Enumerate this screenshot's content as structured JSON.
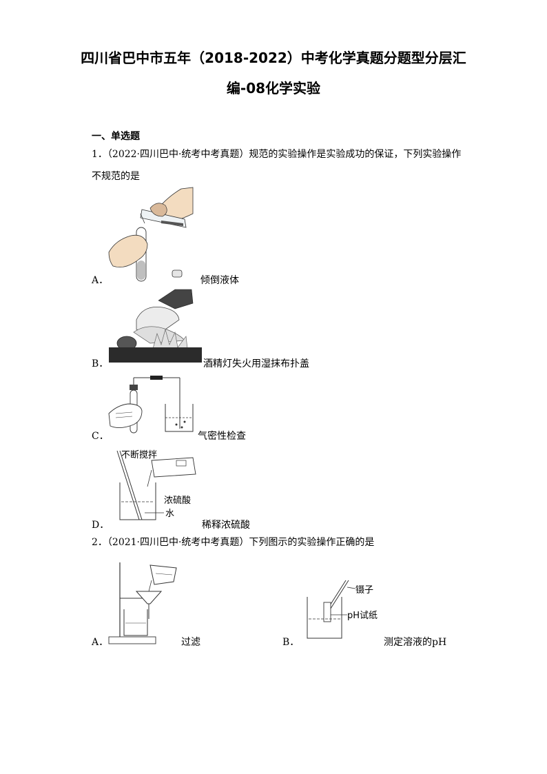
{
  "title": {
    "line1": "四川省巴中市五年（2018-2022）中考化学真题分题型分层汇",
    "line2": "编-08化学实验"
  },
  "section": {
    "heading": "一、单选题"
  },
  "q1": {
    "stem_line1": "1．（2022·四川巴中·统考中考真题）规范的实验操作是实验成功的保证，下列实验操作",
    "stem_line2": "不规范的是",
    "options": [
      {
        "letter": "A．",
        "caption": "倾倒液体"
      },
      {
        "letter": "B．",
        "caption": "酒精灯失火用湿抹布扑盖"
      },
      {
        "letter": "C．",
        "caption": "气密性检查"
      },
      {
        "letter": "D．",
        "caption": "稀释浓硫酸"
      }
    ],
    "figD_labels": {
      "stir": "不断搅拌",
      "acid": "浓硫酸",
      "water": "水"
    }
  },
  "q2": {
    "stem": "2．（2021·四川巴中·统考中考真题）下列图示的实验操作正确的是",
    "options": [
      {
        "letter": "A．",
        "caption": "过滤"
      },
      {
        "letter": "B．",
        "caption": "测定溶液的pH"
      }
    ],
    "figB_labels": {
      "tweezers": "镊子",
      "paper": "pH试纸"
    }
  }
}
